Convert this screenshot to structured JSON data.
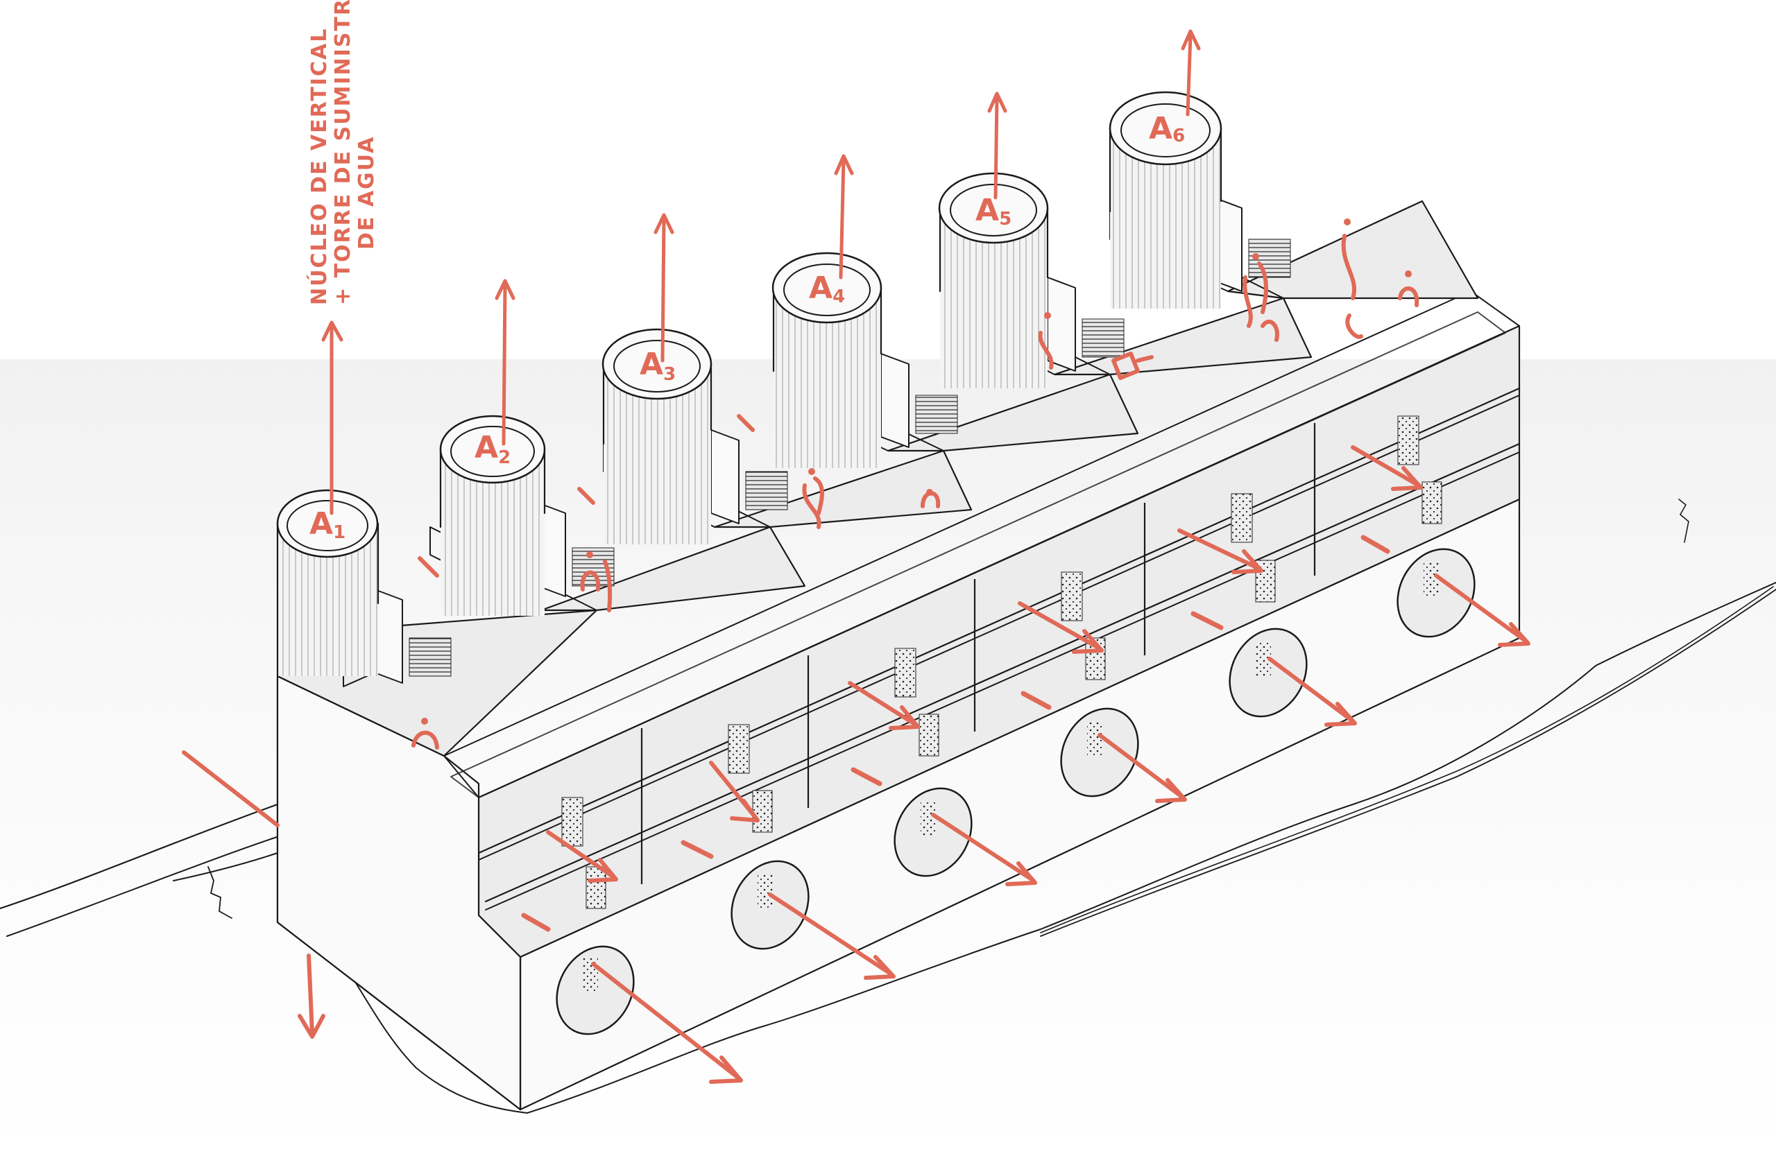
{
  "annotation": {
    "line1": "NÚCLEO DE VERTICAL",
    "line2": "+ TORRE DE SUMINISTRO",
    "line3": "DE AGUA"
  },
  "towers": [
    {
      "letter": "A",
      "index": "1"
    },
    {
      "letter": "A",
      "index": "2"
    },
    {
      "letter": "A",
      "index": "3"
    },
    {
      "letter": "A",
      "index": "4"
    },
    {
      "letter": "A",
      "index": "5"
    },
    {
      "letter": "A",
      "index": "6"
    }
  ],
  "colors": {
    "annotation_red": "#e06a57",
    "ink": "#1a1a1a",
    "floor": "#f1f1f1",
    "paper": "#ffffff"
  },
  "icons": {
    "flow_arrow": "arrow-icon",
    "person": "person-figure-icon"
  }
}
